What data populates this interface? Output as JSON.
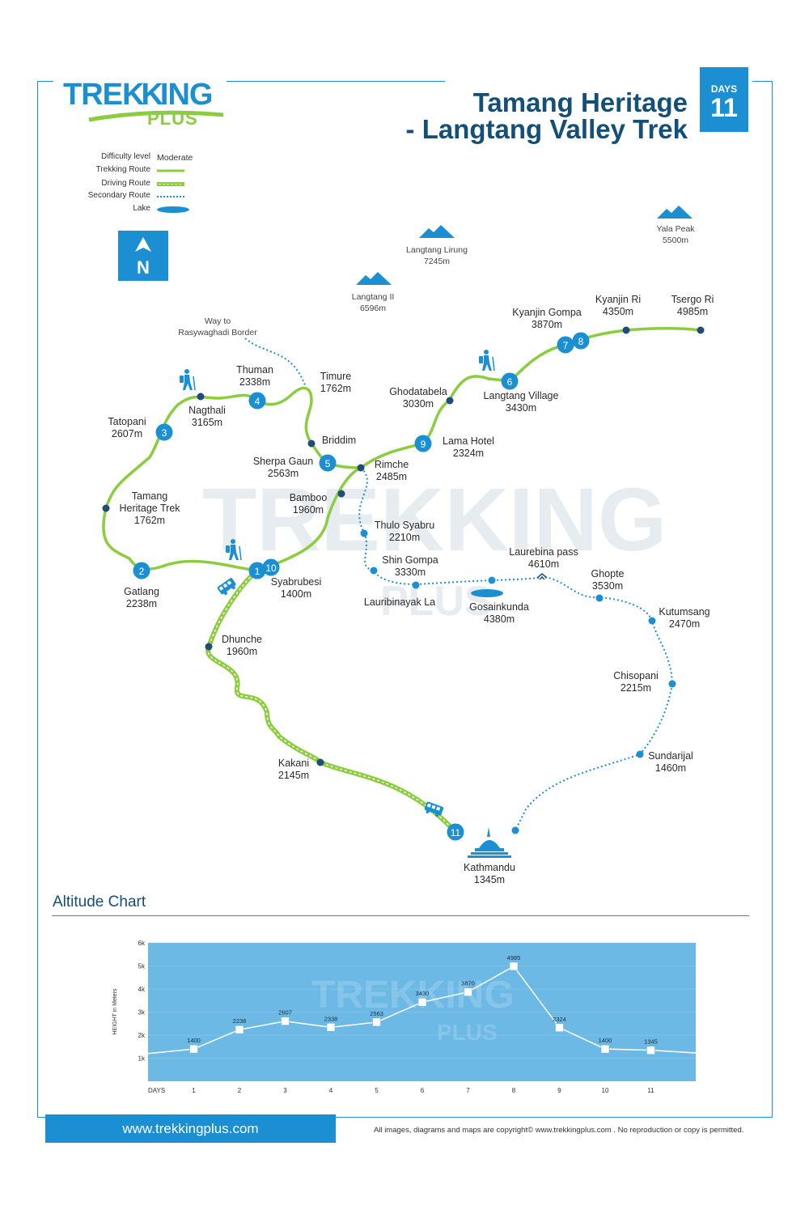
{
  "brand": {
    "line1_a": "TRE",
    "line1_b": "KK",
    "line1_c": "ING",
    "line2": "PLUS"
  },
  "title": {
    "line1": "Tamang Heritage",
    "line2": "- Langtang Valley Trek"
  },
  "days_badge": {
    "label": "DAYS",
    "value": "11"
  },
  "legend": {
    "difficulty_label": "Difficulty level",
    "difficulty_value": "Moderate",
    "trekking_route": "Trekking Route",
    "driving_route": "Driving Route",
    "secondary_route": "Secondary Route",
    "lake": "Lake"
  },
  "north_label": "N",
  "peaks": [
    {
      "name": "Langtang Lirung",
      "alt": "7245m"
    },
    {
      "name": "Langtang II",
      "alt": "6596m"
    },
    {
      "name": "Yala Peak",
      "alt": "5500m"
    }
  ],
  "places": {
    "way_to_1": "Way to",
    "way_to_2": "Rasywaghadi Border",
    "thuman": [
      "Thuman",
      "2338m"
    ],
    "timure": [
      "Timure",
      "1762m"
    ],
    "nagthali": [
      "Nagthali",
      "3165m"
    ],
    "tatopani": [
      "Tatopani",
      "2607m"
    ],
    "briddim": "Briddim",
    "sherpa_gaun": [
      "Sherpa Gaun",
      "2563m"
    ],
    "rimche": [
      "Rimche",
      "2485m"
    ],
    "bamboo": [
      "Bamboo",
      "1960m"
    ],
    "tamang_heritage": [
      "Tamang",
      "Heritage Trek",
      "1762m"
    ],
    "gatlang": [
      "Gatlang",
      "2238m"
    ],
    "syabrubesi": [
      "Syabrubesi",
      "1400m"
    ],
    "dhunche": [
      "Dhunche",
      "1960m"
    ],
    "kakani": [
      "Kakani",
      "2145m"
    ],
    "kathmandu": [
      "Kathmandu",
      "1345m"
    ],
    "lama_hotel": [
      "Lama Hotel",
      "2324m"
    ],
    "ghodatabela": [
      "Ghodatabela",
      "3030m"
    ],
    "langtang_village": [
      "Langtang Village",
      "3430m"
    ],
    "kyanjin_gompa": [
      "Kyanjin Gompa",
      "3870m"
    ],
    "kyanjin_ri": [
      "Kyanjin Ri",
      "4350m"
    ],
    "tsergo_ri": [
      "Tsergo Ri",
      "4985m"
    ],
    "thulo_syabru": [
      "Thulo Syabru",
      "2210m"
    ],
    "shin_gompa": [
      "Shin Gompa",
      "3330m"
    ],
    "lauribinayak": "Lauribinayak La",
    "laurebina_pass": [
      "Laurebina pass",
      "4610m"
    ],
    "gosainkunda": [
      "Gosainkunda",
      "4380m"
    ],
    "ghopte": [
      "Ghopte",
      "3530m"
    ],
    "kutumsang": [
      "Kutumsang",
      "2470m"
    ],
    "chisopani": [
      "Chisopani",
      "2215m"
    ],
    "sundarijal": [
      "Sundarijal",
      "1460m"
    ]
  },
  "day_markers": [
    "1",
    "2",
    "3",
    "4",
    "5",
    "6",
    "7",
    "8",
    "9",
    "10",
    "11"
  ],
  "altitude_chart_title": "Altitude Chart",
  "chart_data": {
    "type": "line",
    "ylabel": "HEIGHT in Meters",
    "xlabel": "DAYS",
    "yticks": [
      "1k",
      "2k",
      "3k",
      "4k",
      "5k",
      "6k"
    ],
    "ylim": [
      0,
      6000
    ],
    "x": [
      1,
      2,
      3,
      4,
      5,
      6,
      7,
      8,
      9,
      10,
      11
    ],
    "values": [
      1400,
      2238,
      2607,
      2338,
      2563,
      3430,
      3870,
      4985,
      2324,
      1400,
      1345
    ],
    "labels": [
      "1400",
      "2238",
      "2607",
      "2338",
      "2563",
      "3430",
      "3870",
      "4985",
      "2324",
      "1400",
      "1345"
    ],
    "background": "#6cb9e6",
    "line_color": "#ffffff"
  },
  "footer": {
    "website": "www.trekkingplus.com",
    "copyright": "All images, diagrams and maps are copyright© www.trekkingplus.com .  No reproduction or copy is permitted."
  },
  "colors": {
    "accent": "#1b8fd1",
    "route_green": "#8ccc3f",
    "dark_blue": "#134f77",
    "node_dark": "#1d4d78"
  }
}
